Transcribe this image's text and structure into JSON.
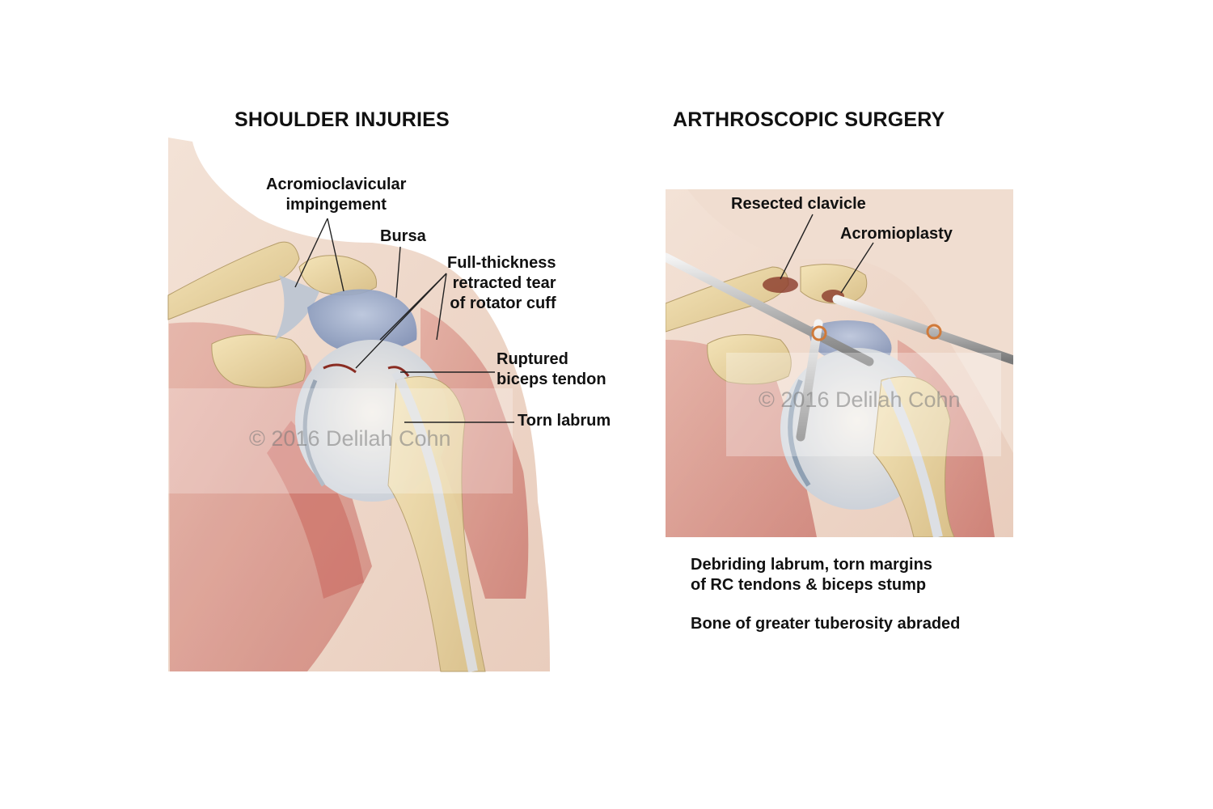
{
  "panels": [
    {
      "title": "SHOULDER INJURIES",
      "labels": {
        "ac_impingement": "Acromioclavicular\nimpingement",
        "bursa": "Bursa",
        "full_thickness": "Full-thickness\nretracted tear\nof rotator cuff",
        "ruptured_biceps": "Ruptured\nbiceps tendon",
        "torn_labrum": "Torn labrum"
      },
      "watermark": "© 2016 Delilah Cohn"
    },
    {
      "title": "ARTHROSCOPIC SURGERY",
      "labels": {
        "resected_clavicle": "Resected clavicle",
        "acromioplasty": "Acromioplasty"
      },
      "watermark": "© 2016 Delilah Cohn",
      "captions": {
        "debriding": "Debriding labrum, torn margins\nof RC tendons & biceps stump",
        "bone": "Bone of greater tuberosity abraded"
      }
    }
  ]
}
